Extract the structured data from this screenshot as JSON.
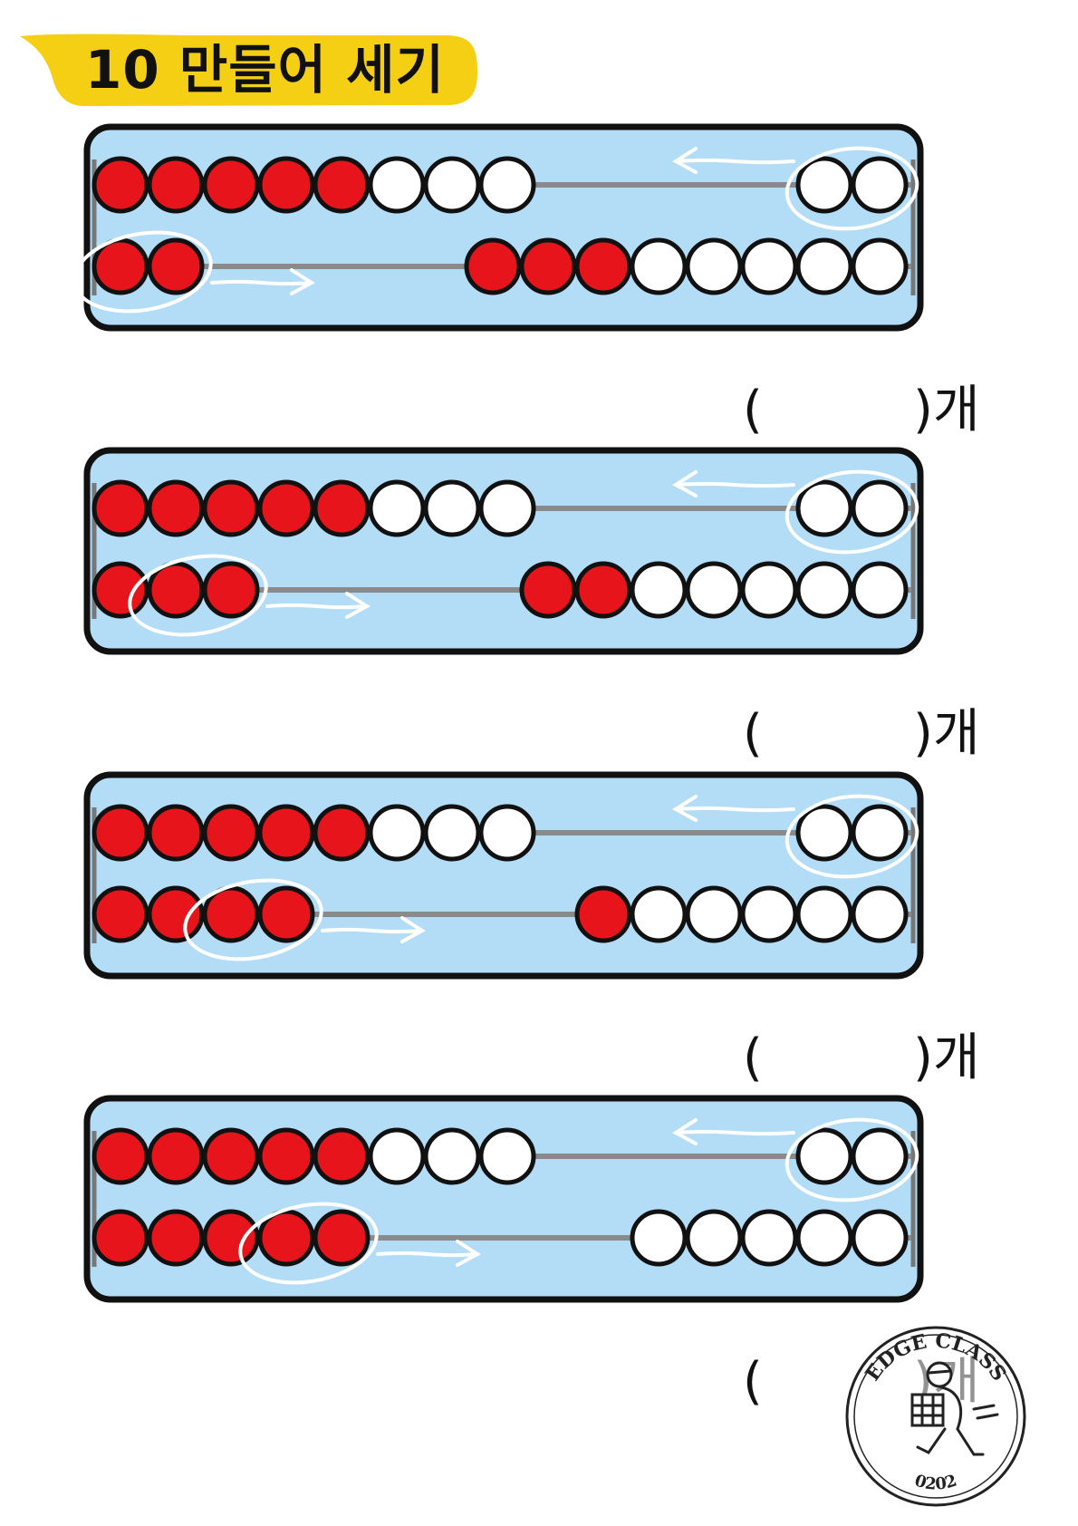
{
  "title": "10 만들어 세기",
  "colors": {
    "title_highlight": "#f5cf14",
    "tray": "#b3dcf7",
    "red_bead": "#e8141c",
    "white_bead": "#ffffff",
    "rod": "#8a8a8a",
    "outline": "#111111",
    "annotation": "#ffffff"
  },
  "problems": [
    {
      "id": 1,
      "top_row": {
        "left_red": 5,
        "left_white": 3,
        "right_white": 2,
        "moving_group": "right 2 white beads",
        "arrow": "left"
      },
      "bottom_row": {
        "left_red": 2,
        "right_red": 3,
        "right_white": 5,
        "moving_group": "left 2 red beads",
        "arrow": "right"
      },
      "answer": {
        "open": "(",
        "close": ")",
        "unit": "개",
        "value": ""
      }
    },
    {
      "id": 2,
      "top_row": {
        "left_red": 5,
        "left_white": 3,
        "right_white": 2,
        "moving_group": "right 2 white beads",
        "arrow": "left"
      },
      "bottom_row": {
        "left_red": 3,
        "right_red": 2,
        "right_white": 5,
        "moving_group": "2 red beads",
        "arrow": "right"
      },
      "answer": {
        "open": "(",
        "close": ")",
        "unit": "개",
        "value": ""
      }
    },
    {
      "id": 3,
      "top_row": {
        "left_red": 5,
        "left_white": 3,
        "right_white": 2,
        "moving_group": "right 2 white beads",
        "arrow": "left"
      },
      "bottom_row": {
        "left_red": 4,
        "right_red": 1,
        "right_white": 5,
        "moving_group": "2 red beads",
        "arrow": "right"
      },
      "answer": {
        "open": "(",
        "close": ")",
        "unit": "개",
        "value": ""
      }
    },
    {
      "id": 4,
      "top_row": {
        "left_red": 5,
        "left_white": 3,
        "right_white": 2,
        "moving_group": "right 2 white beads",
        "arrow": "left"
      },
      "bottom_row": {
        "left_red": 5,
        "right_red": 0,
        "right_white": 5,
        "moving_group": "2 red beads",
        "arrow": "right"
      },
      "answer": {
        "open": "(",
        "close": ")",
        "unit": "개",
        "value": ""
      }
    }
  ],
  "stamp": {
    "text_top": "EDGE CLASS",
    "text_bottom": "0202",
    "icon": "person-carrying-box-stamp"
  }
}
